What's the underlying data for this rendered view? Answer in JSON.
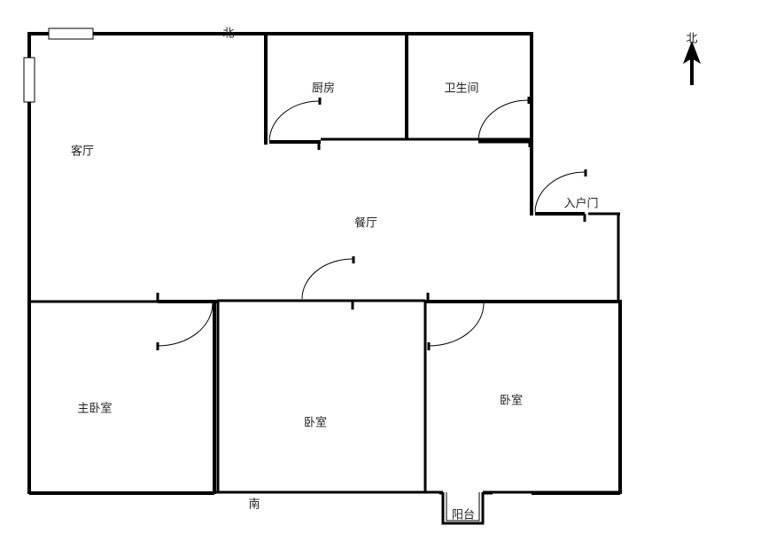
{
  "title": "户型图",
  "compass": {
    "label": "北",
    "icon": "north-arrow-icon"
  },
  "orientation": {
    "north": "北",
    "south": "南"
  },
  "rooms": {
    "living_room": "客厅",
    "kitchen": "厨房",
    "bathroom": "卫生间",
    "dining_room": "餐厅",
    "entrance": "入户门",
    "master_bedroom": "主卧室",
    "bedroom_middle": "卧室",
    "bedroom_right": "卧室",
    "balcony": "阳台"
  }
}
